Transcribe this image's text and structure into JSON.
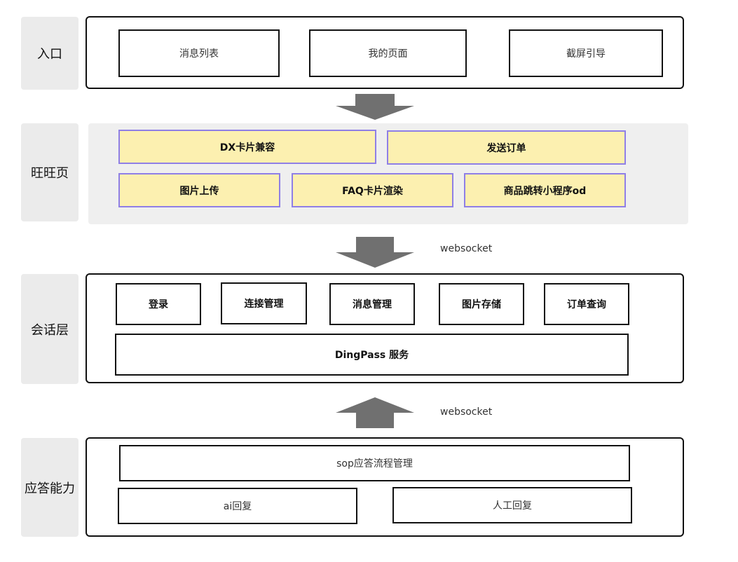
{
  "layers": {
    "entry": {
      "label": "入口",
      "items": [
        "消息列表",
        "我的页面",
        "截屏引导"
      ]
    },
    "wangwang": {
      "label": "旺旺页",
      "row1": [
        "DX卡片兼容",
        "发送订单"
      ],
      "row2": [
        "图片上传",
        "FAQ卡片渲染",
        "商品跳转小程序od"
      ]
    },
    "session": {
      "label": "会话层",
      "modules": [
        "登录",
        "连接管理",
        "消息管理",
        "图片存储",
        "订单查询"
      ],
      "service": "DingPass 服务"
    },
    "response": {
      "label": "应答能力",
      "flow": "sop应答流程管理",
      "ai": "ai回复",
      "human": "人工回复"
    }
  },
  "arrows": {
    "mid_label": "websocket",
    "up_label": "websocket"
  },
  "colors": {
    "arrow": "#707070",
    "highlight_fill": "#fcf0b0",
    "highlight_border": "#8f7fe6",
    "side_bg": "#ebebeb"
  }
}
